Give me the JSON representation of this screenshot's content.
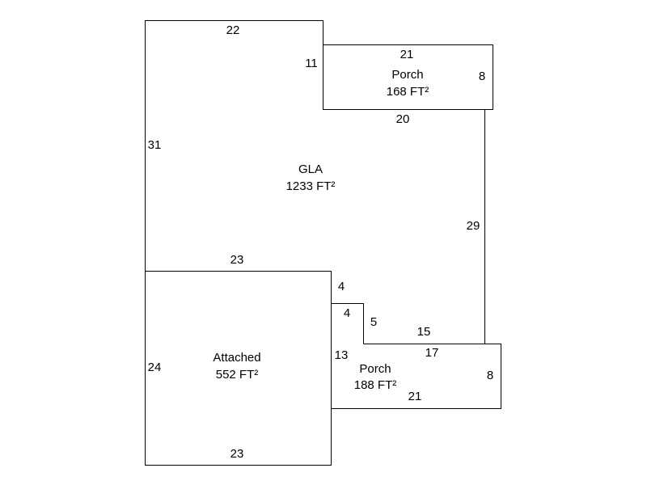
{
  "areas": {
    "gla": {
      "name": "GLA",
      "area": "1233 FT²"
    },
    "porch_top": {
      "name": "Porch",
      "area": "168 FT²"
    },
    "attached": {
      "name": "Attached",
      "area": "552 FT²"
    },
    "porch_bottom": {
      "name": "Porch",
      "area": "188 FT²"
    }
  },
  "dimensions": {
    "gla_top": "22",
    "gla_left": "31",
    "gla_step_11": "11",
    "gla_bottom_porch": "20",
    "gla_right": "29",
    "gla_bottom_left": "23",
    "gla_step_4a": "4",
    "gla_step_4b": "4",
    "gla_step_5": "5",
    "gla_step_15": "15",
    "porch_top_top": "21",
    "porch_top_right": "8",
    "attached_left": "24",
    "attached_bottom": "23",
    "porch_bottom_left": "13",
    "porch_bottom_top": "17",
    "porch_bottom_right": "8",
    "porch_bottom_bottom": "21"
  }
}
